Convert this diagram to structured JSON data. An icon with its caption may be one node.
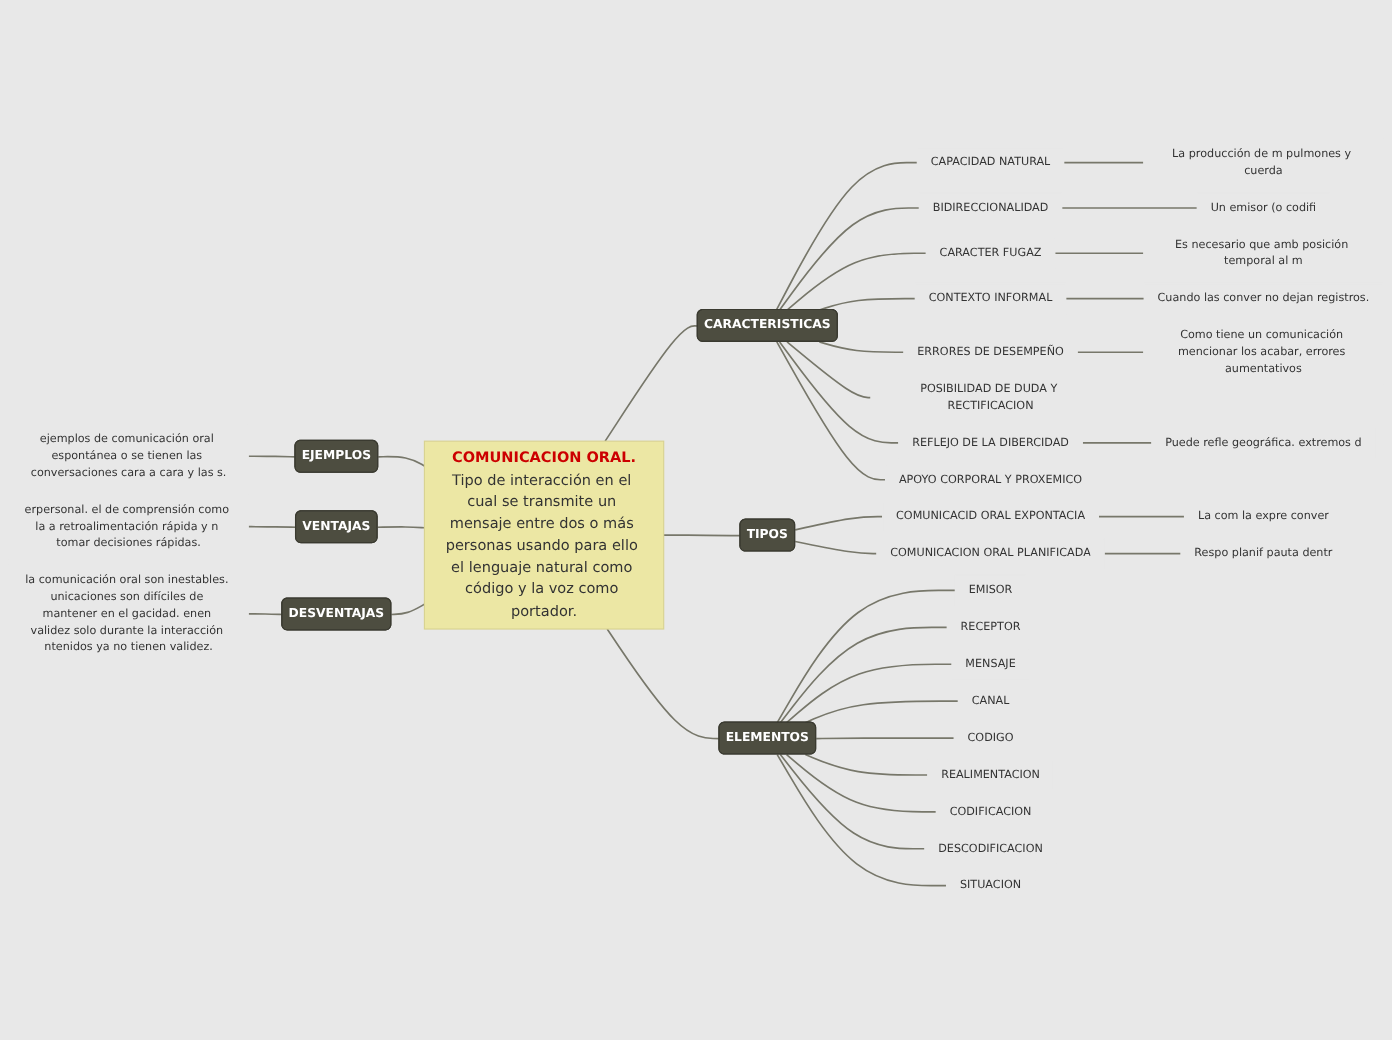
{
  "diagram": {
    "nodes": [
      {
        "text": [
          "COMUNICACION ORAL.",
          "Tipo de interacción en el cual se transmite un mensaje entre dos o más personas usando para ello el lenguaje natural como código y la voz como portador."
        ]
      },
      {
        "text": [
          "EJEMPLOS"
        ]
      },
      {
        "text": [
          "ejemplos de comunicación oral espontánea o se tienen las conversaciones cara a cara y las s."
        ]
      },
      {
        "text": [
          "VENTAJAS"
        ]
      },
      {
        "text": [
          "erpersonal. el de comprensión como la a retroalimentación rápida y n tomar decisiones rápidas."
        ]
      },
      {
        "text": [
          "DESVENTAJAS"
        ]
      },
      {
        "text": [
          "la comunicación oral son inestables. unicaciones son difíciles de mantener en el gacidad. enen validez solo durante la interacción ntenidos ya no tienen validez."
        ]
      },
      {
        "text": [
          "CARACTERISTICAS"
        ]
      },
      {
        "text": [
          "CAPACIDAD NATURAL"
        ]
      },
      {
        "text": [
          "La producción de m pulmones y cuerda"
        ]
      },
      {
        "text": [
          "BIDIRECCIONALIDAD"
        ]
      },
      {
        "text": [
          "Un emisor (o codifi"
        ]
      },
      {
        "text": [
          "CARACTER FUGAZ"
        ]
      },
      {
        "text": [
          "Es necesario que amb posición temporal al m"
        ]
      },
      {
        "text": [
          "CONTEXTO INFORMAL"
        ]
      },
      {
        "text": [
          "Cuando las conver no dejan registros."
        ]
      },
      {
        "text": [
          "ERRORES DE DESEMPEÑO"
        ]
      },
      {
        "text": [
          "Como tiene un comunicación mencionar los acabar, errores aumentativos"
        ]
      },
      {
        "text": [
          "POSIBILIDAD DE DUDA Y RECTIFICACION"
        ]
      },
      {
        "text": [
          "REFLEJO DE LA DIBERCIDAD"
        ]
      },
      {
        "text": [
          "Puede refle geográfica. extremos d"
        ]
      },
      {
        "text": [
          "APOYO CORPORAL Y PROXEMICO"
        ]
      },
      {
        "text": [
          "TIPOS"
        ]
      },
      {
        "text": [
          "COMUNICACID ORAL EXPONTACIA"
        ]
      },
      {
        "text": [
          "La com la expre conver"
        ]
      },
      {
        "text": [
          "COMUNICACION ORAL PLANIFICADA"
        ]
      },
      {
        "text": [
          "Respo planif pauta dentr"
        ]
      },
      {
        "text": [
          "ELEMENTOS"
        ]
      },
      {
        "text": [
          "EMISOR"
        ]
      },
      {
        "text": [
          "RECEPTOR"
        ]
      },
      {
        "text": [
          "MENSAJE"
        ]
      },
      {
        "text": [
          "CANAL"
        ]
      },
      {
        "text": [
          "CODIGO"
        ]
      },
      {
        "text": [
          "REALIMENTACION"
        ]
      },
      {
        "text": [
          "CODIFICACION"
        ]
      },
      {
        "text": [
          "DESCODIFICACION"
        ]
      },
      {
        "text": [
          "SITUACION"
        ]
      }
    ],
    "edges": [
      {
        "from": 2,
        "to": 1,
        "arrow": "none"
      },
      {
        "from": 1,
        "to": 0,
        "arrow": "none"
      },
      {
        "from": 4,
        "to": 3,
        "arrow": "none"
      },
      {
        "from": 3,
        "to": 0,
        "arrow": "none"
      },
      {
        "from": 6,
        "to": 5,
        "arrow": "none"
      },
      {
        "from": 5,
        "to": 0,
        "arrow": "none"
      },
      {
        "from": 0,
        "to": 7,
        "arrow": "none"
      },
      {
        "from": 7,
        "to": 8,
        "arrow": "none"
      },
      {
        "from": 8,
        "to": 9,
        "arrow": "none"
      },
      {
        "from": 7,
        "to": 10,
        "arrow": "none"
      },
      {
        "from": 10,
        "to": 11,
        "arrow": "none"
      },
      {
        "from": 7,
        "to": 12,
        "arrow": "none"
      },
      {
        "from": 12,
        "to": 13,
        "arrow": "none"
      },
      {
        "from": 7,
        "to": 14,
        "arrow": "none"
      },
      {
        "from": 14,
        "to": 15,
        "arrow": "none"
      },
      {
        "from": 7,
        "to": 16,
        "arrow": "none"
      },
      {
        "from": 16,
        "to": 17,
        "arrow": "none"
      },
      {
        "from": 7,
        "to": 18,
        "arrow": "none"
      },
      {
        "from": 7,
        "to": 19,
        "arrow": "none"
      },
      {
        "from": 19,
        "to": 20,
        "arrow": "none"
      },
      {
        "from": 7,
        "to": 21,
        "arrow": "none"
      },
      {
        "from": 0,
        "to": 22,
        "arrow": "none"
      },
      {
        "from": 22,
        "to": 23,
        "arrow": "none"
      },
      {
        "from": 23,
        "to": 24,
        "arrow": "none"
      },
      {
        "from": 22,
        "to": 25,
        "arrow": "none"
      },
      {
        "from": 25,
        "to": 26,
        "arrow": "none"
      },
      {
        "from": 0,
        "to": 27,
        "arrow": "none"
      },
      {
        "from": 27,
        "to": 28,
        "arrow": "none"
      },
      {
        "from": 27,
        "to": 29,
        "arrow": "none"
      },
      {
        "from": 27,
        "to": 30,
        "arrow": "none"
      },
      {
        "from": 27,
        "to": 31,
        "arrow": "none"
      },
      {
        "from": 27,
        "to": 32,
        "arrow": "none"
      },
      {
        "from": 27,
        "to": 33,
        "arrow": "none"
      },
      {
        "from": 27,
        "to": 34,
        "arrow": "none"
      },
      {
        "from": 27,
        "to": 35,
        "arrow": "none"
      },
      {
        "from": 27,
        "to": 36,
        "arrow": "none"
      }
    ]
  }
}
